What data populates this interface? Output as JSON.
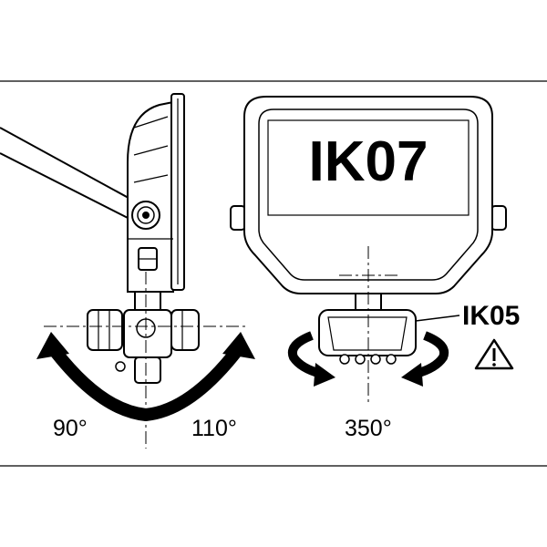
{
  "labels": {
    "front_rating": "IK07",
    "base_rating": "IK05",
    "tilt_left": "90°",
    "tilt_right": "110°",
    "rotation": "350°"
  },
  "icons": {
    "warning": "warning-triangle-icon",
    "tilt_arrows": "curved-double-arrow-icon",
    "rotate_arrows": "rotation-arrows-icon"
  },
  "colors": {
    "line": "#000000",
    "background": "#ffffff"
  }
}
